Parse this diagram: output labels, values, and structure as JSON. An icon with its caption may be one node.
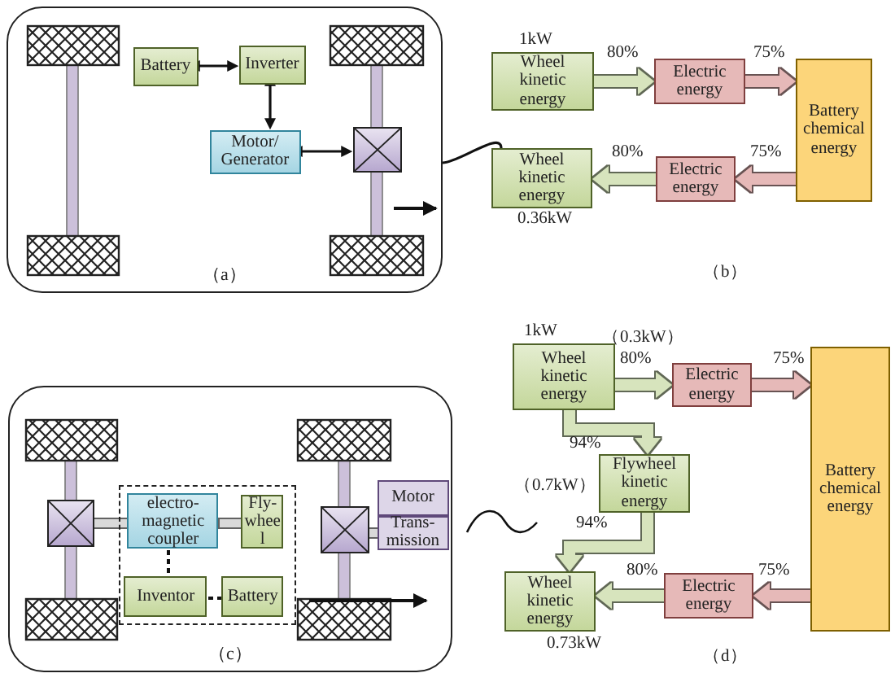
{
  "diagram": {
    "nodes": [
      {
        "text": [
          "（a）"
        ]
      },
      {
        "text": [
          "Battery"
        ],
        "in": 0
      },
      {
        "text": [
          "Inverter"
        ],
        "in": 0
      },
      {
        "text": [
          "Motor/ Generator"
        ],
        "in": 0
      },
      {
        "text": [],
        "shape": "box",
        "in": 0
      },
      {
        "text": [
          "Wheel kinetic energy"
        ],
        "beside": [
          "1kW"
        ]
      },
      {
        "text": [
          "Electric energy"
        ]
      },
      {
        "text": [
          "Battery chemical energy"
        ]
      },
      {
        "text": [
          "Wheel kinetic energy"
        ],
        "beside": [
          "0.36kW"
        ]
      },
      {
        "text": [
          "Electric energy"
        ]
      },
      {
        "text": [
          "（c）"
        ]
      },
      {
        "text": [],
        "shape": "box",
        "in": 10
      },
      {
        "text": [],
        "shape": "box",
        "in": 10
      },
      {
        "text": [
          "electro- magnetic coupler"
        ],
        "in": 12
      },
      {
        "text": [
          "Fly- whee l"
        ],
        "in": 12
      },
      {
        "text": [
          "Inventor"
        ],
        "in": 12
      },
      {
        "text": [
          "Battery"
        ],
        "in": 12
      },
      {
        "text": [],
        "shape": "box",
        "in": 10
      },
      {
        "text": [
          "Motor"
        ],
        "in": 10
      },
      {
        "text": [
          "Trans- mission"
        ],
        "in": 10
      },
      {
        "text": [
          "Wheel kinetic energy"
        ],
        "beside": [
          "1kW"
        ]
      },
      {
        "text": [
          "Electric energy"
        ]
      },
      {
        "text": [
          "Battery chemical energy"
        ]
      },
      {
        "text": [
          "Flywheel kinetic energy"
        ],
        "beside": [
          "（0.7kW）"
        ]
      },
      {
        "text": [
          "Wheel kinetic energy"
        ],
        "beside": [
          "0.73kW"
        ]
      },
      {
        "text": [
          "Electric energy"
        ]
      }
    ],
    "edges": [
      {
        "from": 1,
        "to": 2,
        "arrow": "both"
      },
      {
        "from": 2,
        "to": 3,
        "arrow": "both"
      },
      {
        "from": 3,
        "to": 4,
        "arrow": "both"
      },
      {
        "from": 0,
        "to": 8,
        "arrow": "none"
      },
      {
        "from": 5,
        "to": 6,
        "arrow": "to",
        "label": "80%",
        "color": "#d7e4bd"
      },
      {
        "from": 6,
        "to": 7,
        "arrow": "to",
        "label": "75%",
        "color": "#e6b9b8"
      },
      {
        "from": 7,
        "to": 9,
        "arrow": "to",
        "label": "75%",
        "color": "#e6b9b8"
      },
      {
        "from": 9,
        "to": 8,
        "arrow": "to",
        "label": "80%",
        "color": "#d7e4bd"
      },
      {
        "from": 11,
        "to": 13,
        "arrow": "none",
        "color": "#d9d9d9"
      },
      {
        "from": 13,
        "to": 14,
        "arrow": "none",
        "color": "#d9d9d9"
      },
      {
        "from": 13,
        "to": 15,
        "arrow": "none",
        "style": "dashed"
      },
      {
        "from": 15,
        "to": 16,
        "arrow": "none",
        "style": "dashed"
      },
      {
        "from": 17,
        "to": 19,
        "arrow": "none",
        "color": "#d9d9d9"
      },
      {
        "from": 20,
        "to": 21,
        "arrow": "to",
        "label": "80%",
        "color": "#d7e4bd"
      },
      {
        "from": 21,
        "to": 22,
        "arrow": "to",
        "label": "75%",
        "color": "#e6b9b8"
      },
      {
        "from": 20,
        "to": 23,
        "arrow": "to",
        "label": "94%",
        "color": "#d7e4bd"
      },
      {
        "from": 23,
        "to": 24,
        "arrow": "to",
        "label": "94%",
        "color": "#d7e4bd"
      },
      {
        "from": 22,
        "to": 25,
        "arrow": "to",
        "label": "75%",
        "color": "#e6b9b8"
      },
      {
        "from": 25,
        "to": 24,
        "arrow": "to",
        "label": "80%",
        "color": "#d7e4bd"
      }
    ],
    "labels": [
      "（b）",
      "（0.3kW）",
      "（d）"
    ]
  }
}
